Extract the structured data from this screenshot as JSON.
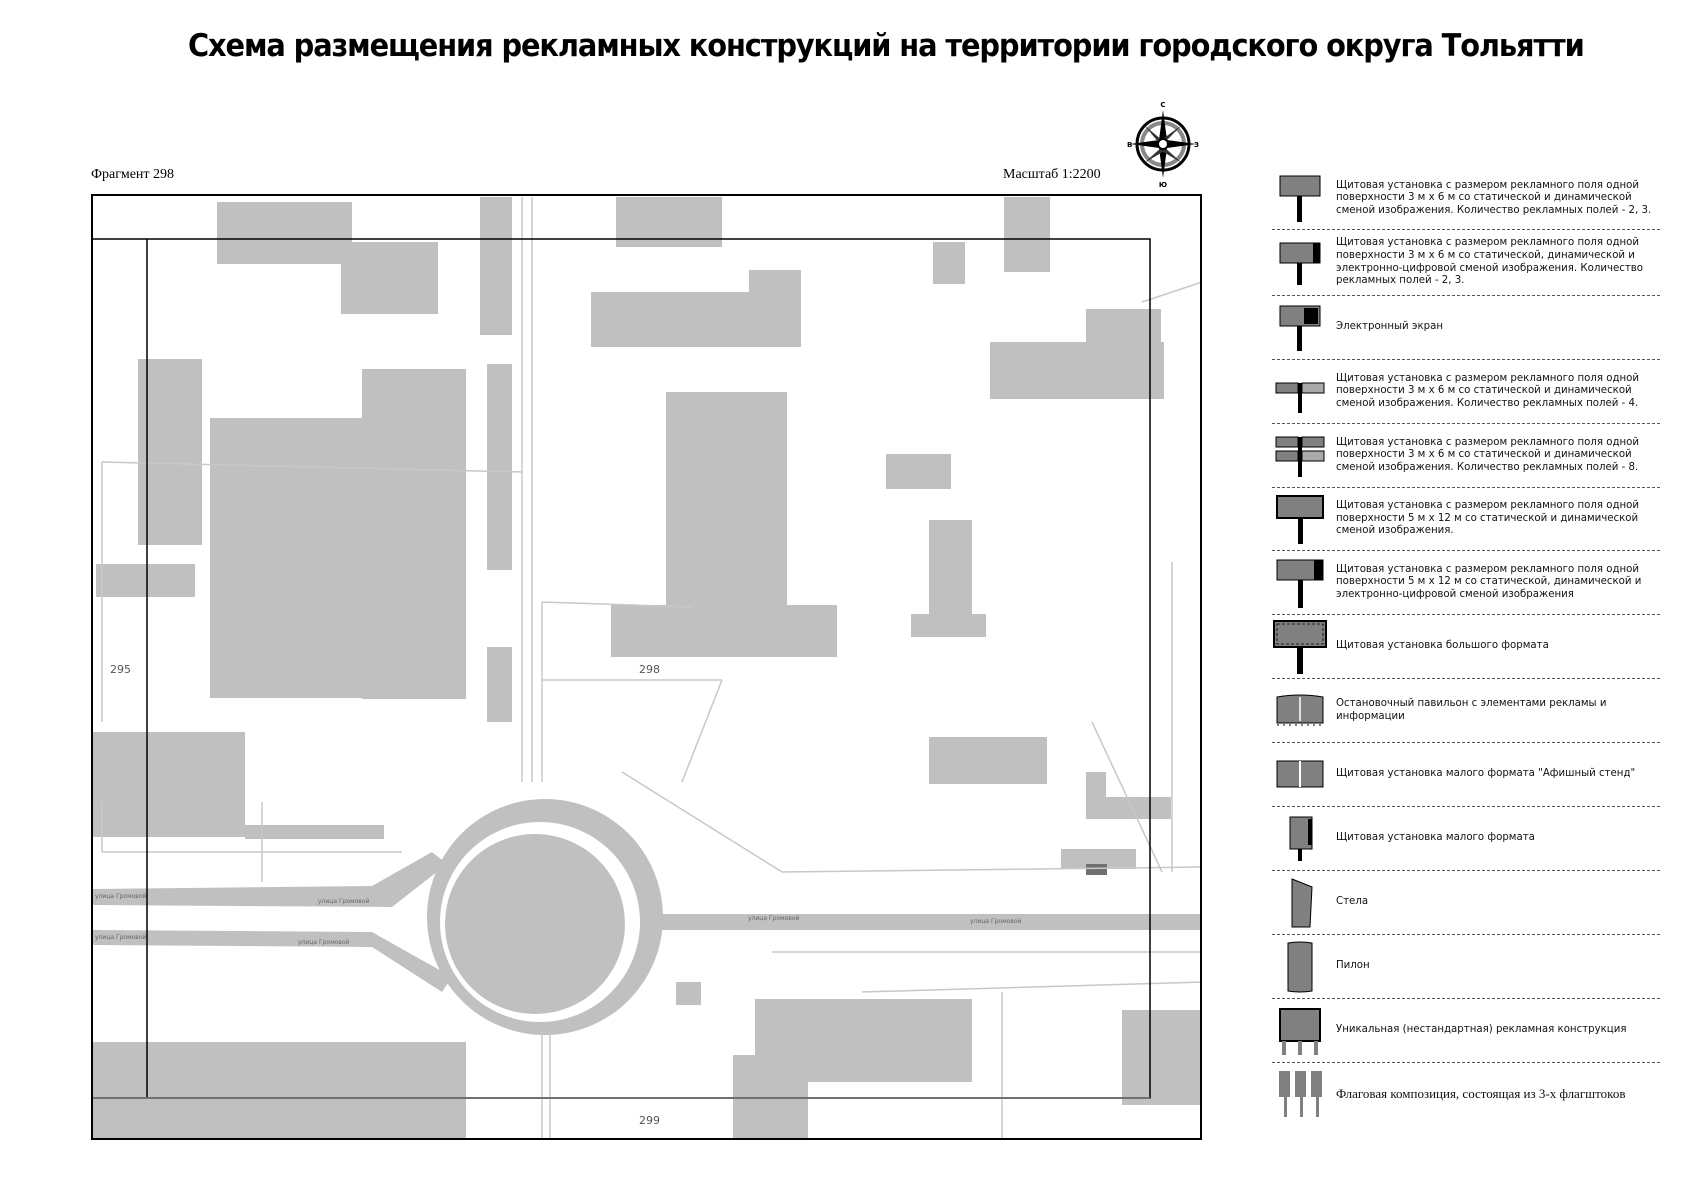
{
  "header": {
    "title": "Схема размещения рекламных конструкций на территории городского округа Тольятти",
    "fragment": "Фрагмент 298",
    "scale": "Масштаб 1:2200"
  },
  "compass": {
    "north": "С",
    "south": "Ю",
    "west": "В",
    "east": "З"
  },
  "map": {
    "colors": {
      "building": "#c0c0c0",
      "frame": "#000000",
      "background": "#ffffff"
    },
    "block_labels": [
      {
        "id": "295",
        "text": "295"
      },
      {
        "id": "298",
        "text": "298"
      },
      {
        "id": "299",
        "text": "299"
      }
    ],
    "street_labels": [
      "улица Громовой",
      "улица Громовой",
      "улица Громовой",
      "улица Громовой",
      "улица Громовой",
      "улица Громовой"
    ]
  },
  "legend": {
    "items": [
      {
        "icon": "billboard-3x6-static-dynamic-icon",
        "text": "Щитовая установка с размером рекламного поля одной поверхности 3 м х 6 м со статической и динамической сменой изображения. Количество рекламных полей - 2, 3."
      },
      {
        "icon": "billboard-3x6-digital-icon",
        "text": "Щитовая установка с размером рекламного поля одной поверхности 3 м х 6 м со статической, динамической и электронно-цифровой сменой изображения. Количество рекламных полей - 2, 3."
      },
      {
        "icon": "electronic-screen-icon",
        "text": "Электронный экран"
      },
      {
        "icon": "billboard-4-fields-icon",
        "text": "Щитовая установка с размером рекламного поля одной поверхности 3 м х 6 м со статической и динамической сменой изображения. Количество рекламных полей - 4."
      },
      {
        "icon": "billboard-8-fields-icon",
        "text": "Щитовая установка с размером рекламного поля одной поверхности 3 м х 6 м со статической и динамической сменой изображения. Количество рекламных полей - 8."
      },
      {
        "icon": "billboard-5x12-icon",
        "text": "Щитовая установка с размером рекламного поля одной поверхности 5 м х 12 м со статической и динамической сменой изображения."
      },
      {
        "icon": "billboard-5x12-digital-icon",
        "text": "Щитовая установка с размером рекламного поля одной поверхности 5 м х 12 м со статической, динамической и электронно-цифровой сменой изображения"
      },
      {
        "icon": "large-format-billboard-icon",
        "text": "Щитовая установка большого формата"
      },
      {
        "icon": "bus-stop-pavilion-icon",
        "text": "Остановочный павильон с элементами рекламы и информации"
      },
      {
        "icon": "poster-stand-icon",
        "text": "Щитовая установка малого формата \"Афишный стенд\""
      },
      {
        "icon": "small-format-billboard-icon",
        "text": "Щитовая установка малого формата"
      },
      {
        "icon": "stela-icon",
        "text": "Стела"
      },
      {
        "icon": "pylon-icon",
        "text": "Пилон"
      },
      {
        "icon": "unique-construction-icon",
        "text": "Уникальная (нестандартная) рекламная конструкция"
      },
      {
        "icon": "flag-composition-icon",
        "text": "Флаговая композиция, состоящая из 3-х флагштоков"
      }
    ]
  }
}
